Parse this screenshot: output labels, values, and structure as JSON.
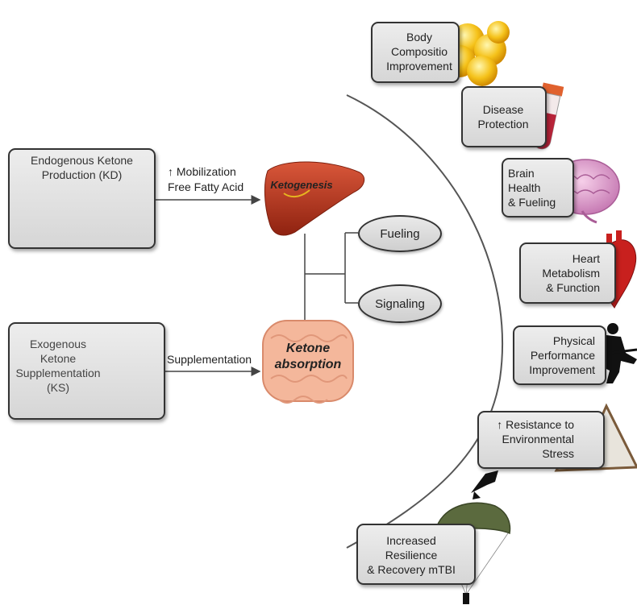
{
  "sources": {
    "endogenous": "Endogenous Ketone\nProduction (KD)",
    "exogenous": "Exogenous\nKetone\nSupplementation\n(KS)"
  },
  "arrows": {
    "mobilization": "↑ Mobilization\nFree Fatty Acid",
    "supplementation": "Supplementation"
  },
  "organs": {
    "liver": "Ketogenesis",
    "gut": "Ketone\nabsorption"
  },
  "roles": {
    "fueling": "Fueling",
    "signaling": "Signaling"
  },
  "outcomes": [
    {
      "label": "Body\nCompositio\nImprovement",
      "icon": "fat-cells-icon"
    },
    {
      "label": "Disease\nProtection",
      "icon": "test-tube-icon"
    },
    {
      "label": "Brain\nHealth\n& Fueling",
      "icon": "brain-icon"
    },
    {
      "label": "Heart\nMetabolism\n& Function",
      "icon": "heart-icon"
    },
    {
      "label": "Physical\nPerformance\nImprovement",
      "icon": "soldier-silhouette-icon"
    },
    {
      "label": "↑ Resistance to\nEnvironmental\nStress",
      "icon": "mountain-diver-icon"
    },
    {
      "label": "Increased\nResilience\n& Recovery mTBI",
      "icon": "parachute-icon"
    }
  ],
  "colors": {
    "liver": "#b5331c",
    "gut": "#f4b79b",
    "box_fill": "#e0e0e0",
    "border": "#333333"
  }
}
